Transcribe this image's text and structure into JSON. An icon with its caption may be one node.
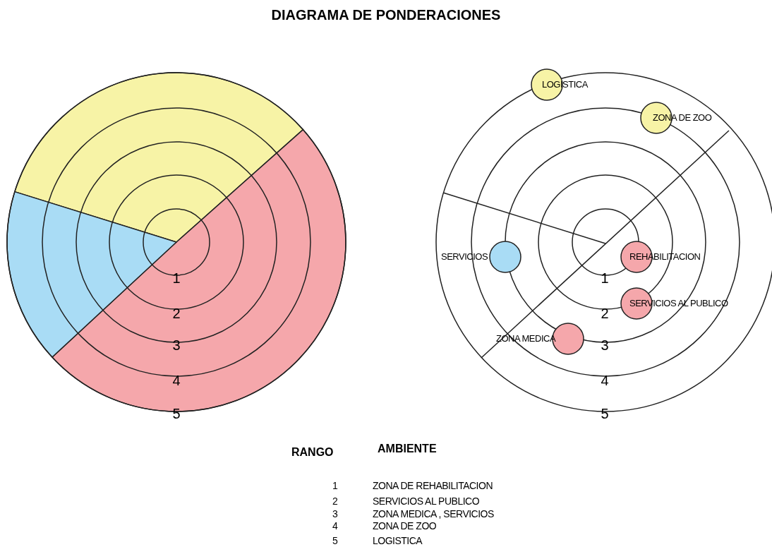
{
  "diagram": {
    "title": "DIAGRAMA DE PONDERACIONES",
    "nodes": [
      {
        "text": [
          "LOGISTICA"
        ]
      },
      {
        "text": [
          "ZONA DE ZOO"
        ]
      },
      {
        "text": [
          "SERVICIOS"
        ]
      },
      {
        "text": [
          "REHABILITACION"
        ]
      },
      {
        "text": [
          "SERVICIOS AL PUBLICO"
        ]
      },
      {
        "text": [
          "ZONA MEDICA"
        ]
      }
    ],
    "edges": [],
    "labels": [
      "1",
      "2",
      "3",
      "4",
      "5",
      "1",
      "2",
      "3",
      "4",
      "5",
      "RANGO",
      "AMBIENTE",
      "1",
      "ZONA DE REHABILITACION",
      "2",
      "SERVICIOS AL PUBLICO",
      "3",
      "ZONA MEDICA , SERVICIOS",
      "4",
      "ZONA DE ZOO",
      "5",
      "LOGISTICA"
    ]
  }
}
